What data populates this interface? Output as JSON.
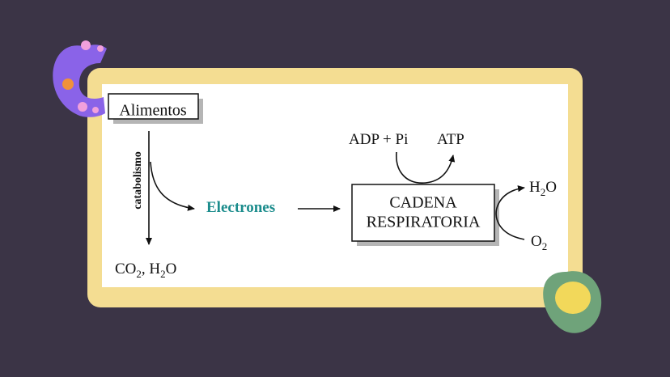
{
  "diagram": {
    "alimentos": "Alimentos",
    "catabolismo": "catabolismo",
    "electrones": "Electrones",
    "co2": {
      "pre": "CO",
      "sub": "2",
      "post": ", H",
      "sub2": "2",
      "post2": "O"
    },
    "cadena_line1": "CADENA",
    "cadena_line2": "RESPIRATORIA",
    "adp_pi": "ADP + Pi",
    "atp": "ATP",
    "h2o_out": {
      "pre": "H",
      "sub": "2",
      "post": "O"
    },
    "o2_in": {
      "pre": "O",
      "sub": "2"
    }
  },
  "colors": {
    "background": "#3b3446",
    "frame": "#f4dd92",
    "electrons_text": "#1b8c8c",
    "purple_shape": "#8a63e8",
    "green_shape": "#6fa37a",
    "yellow_dot": "#f2d85a"
  }
}
